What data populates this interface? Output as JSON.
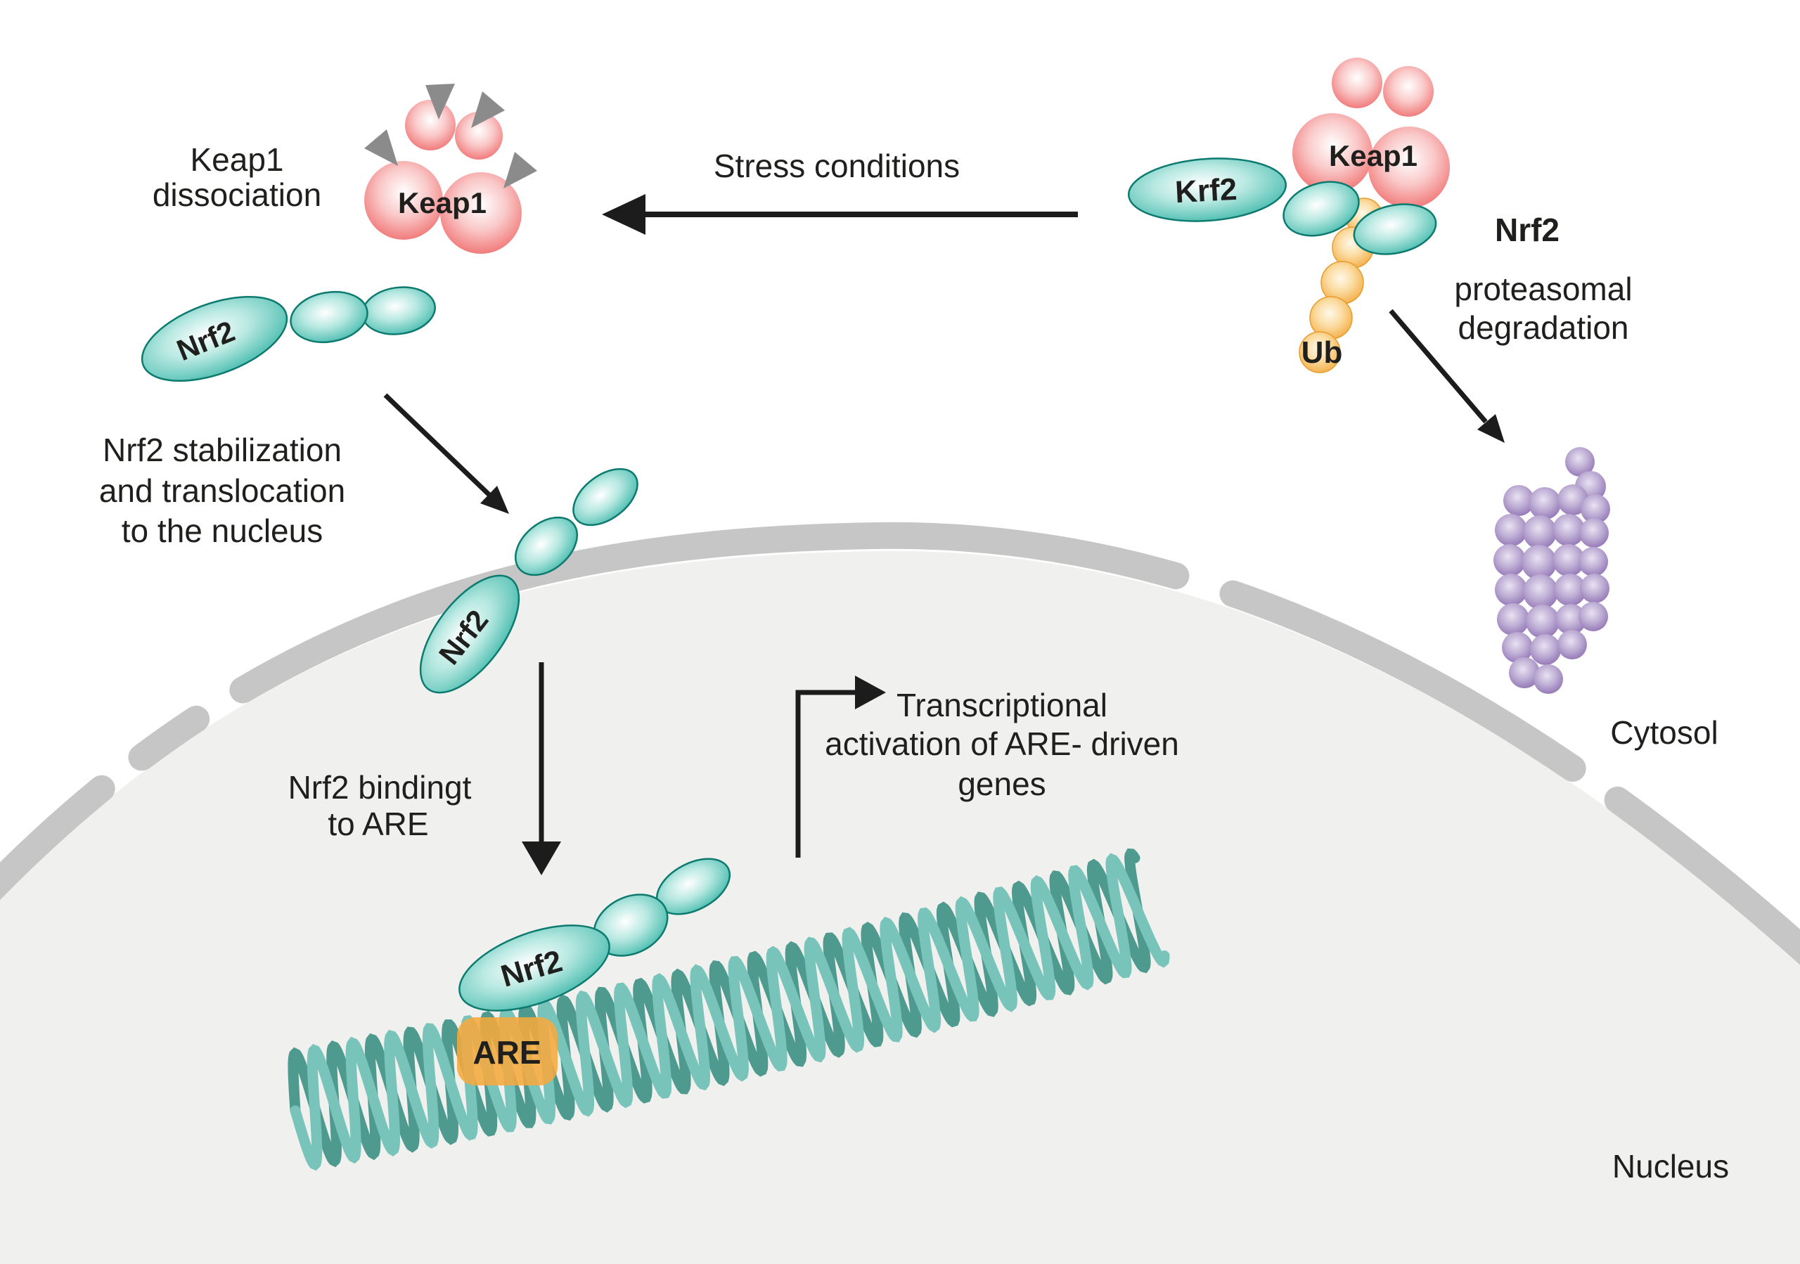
{
  "texts": {
    "keap1_dissociation": {
      "lines": [
        "Keap1",
        "dissociation"
      ]
    },
    "stress": "Stress conditions",
    "stabilization": {
      "lines": [
        "Nrf2 stabilization",
        "and translocation",
        "to the nucleus"
      ]
    },
    "binding": {
      "lines": [
        "Nrf2 bindingt",
        "to ARE"
      ]
    },
    "transcription": {
      "lines": [
        "Transcriptional",
        "activation of ARE- driven",
        "genes"
      ]
    },
    "degradation": {
      "title": "Nrf2",
      "lines": [
        "proteasomal",
        "degradation"
      ]
    },
    "cytosol": "Cytosol",
    "nucleus": "Nucleus"
  },
  "molecules": {
    "keap1_free": "Keap1",
    "keap1_bound": "Keap1",
    "nrf2_free": "Nrf2",
    "nrf2_translocating": "Nrf2",
    "nrf2_bound": "Nrf2",
    "krf2": "Krf2",
    "ub": "Ub",
    "are": "ARE"
  },
  "colors": {
    "keap1_red": "#ef6666",
    "nrf2_teal": "#2eb1a2",
    "teal_stroke": "#0d7a6f",
    "ub_orange": "#f3aa3f",
    "proteasome_purple": "#8a6cb0",
    "are_box": "#f5a93e",
    "membrane_gray": "#c6c6c6",
    "nucleus_fill": "#f0f0ee",
    "dna_light": "#79c4ba",
    "dna_dark": "#4f9a8f",
    "arrow_black": "#1c1c1c",
    "arrowhead_gray": "#8b8b8b"
  },
  "figures": {
    "dna": {
      "p0": [
        420,
        1580
      ],
      "pc": [
        1040,
        1470
      ],
      "p1": [
        1635,
        1290
      ],
      "amplitude": 80,
      "wavelength": 56,
      "stroke_width": 15
    },
    "proteasome": {
      "spheres": [
        [
          2247,
          657,
          21
        ],
        [
          2262,
          692,
          22
        ],
        [
          2160,
          712,
          22
        ],
        [
          2197,
          716,
          23
        ],
        [
          2237,
          711,
          22
        ],
        [
          2269,
          724,
          21
        ],
        [
          2149,
          754,
          23
        ],
        [
          2190,
          757,
          24
        ],
        [
          2231,
          754,
          23
        ],
        [
          2267,
          758,
          21
        ],
        [
          2147,
          797,
          23
        ],
        [
          2189,
          800,
          25
        ],
        [
          2231,
          797,
          23
        ],
        [
          2266,
          799,
          21
        ],
        [
          2149,
          839,
          23
        ],
        [
          2191,
          842,
          25
        ],
        [
          2233,
          839,
          23
        ],
        [
          2268,
          837,
          21
        ],
        [
          2152,
          881,
          23
        ],
        [
          2194,
          884,
          24
        ],
        [
          2234,
          881,
          22
        ],
        [
          2266,
          877,
          21
        ],
        [
          2158,
          921,
          22
        ],
        [
          2198,
          924,
          22
        ],
        [
          2236,
          917,
          21
        ],
        [
          2168,
          957,
          22
        ],
        [
          2202,
          966,
          21
        ]
      ]
    }
  }
}
